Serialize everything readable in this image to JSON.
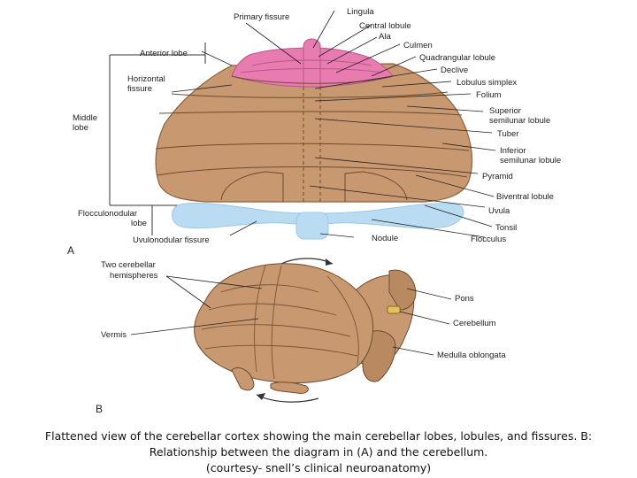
{
  "diagram_a": {
    "panel_letter": "A",
    "labels": {
      "primary_fissure": "Primary fissure",
      "anterior_lobe": "Anterior lobe",
      "horizontal_fissure_1": "Horizontal",
      "horizontal_fissure_2": "fissure",
      "middle_lobe_1": "Middle",
      "middle_lobe_2": "lobe",
      "flocculonodular_lobe_1": "Flocculonodular",
      "flocculonodular_lobe_2": "lobe",
      "uvulonodular_fissure": "Uvulonodular fissure",
      "lingula": "Lingula",
      "central_lobule": "Central lobule",
      "ala": "Ala",
      "culmen": "Culmen",
      "quadrangular_lobule": "Quadrangular lobule",
      "declive": "Declive",
      "lobulus_simplex": "Lobulus simplex",
      "folium": "Folium",
      "superior_semilunar_1": "Superior",
      "superior_semilunar_2": "semilunar lobule",
      "tuber": "Tuber",
      "inferior_semilunar_1": "Inferior",
      "inferior_semilunar_2": "semilunar lobule",
      "pyramid": "Pyramid",
      "biventral_lobule": "Biventral lobule",
      "uvula": "Uvula",
      "tonsil": "Tonsil",
      "nodule": "Nodule",
      "flocculus": "Flocculus"
    }
  },
  "diagram_b": {
    "panel_letter": "B",
    "labels": {
      "two_hemispheres_1": "Two cerebellar",
      "two_hemispheres_2": "hemispheres",
      "vermis": "Vermis",
      "pons": "Pons",
      "cerebellum": "Cerebellum",
      "medulla_oblongata": "Medulla oblongata"
    }
  },
  "caption": {
    "line1": "Flattened view of the cerebellar cortex showing the main cerebellar lobes, lobules, and fissures. B:",
    "line2": "Relationship between the diagram in (A) and the cerebellum.",
    "line3": "(courtesy- snell’s clinical neuroanatomy)"
  },
  "colors": {
    "cerebellum_tan": "#c89870",
    "anterior_lobe_pink": "#e87cb0",
    "flocculonodular_blue": "#b9dcf2",
    "outline": "#555555"
  }
}
